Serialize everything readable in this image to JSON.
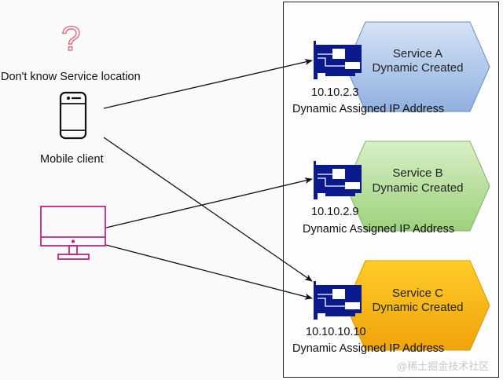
{
  "client_side": {
    "question_mark": "?",
    "unknown_label": "Don't know Service location",
    "mobile_label": "Mobile client"
  },
  "services": [
    {
      "name": "Service A",
      "subtitle": "Dynamic Created",
      "ip": "10.10.2.3",
      "ip_label": "Dynamic Assigned IP Address",
      "fill_top": "#d6e3f5",
      "fill_bottom": "#8fb0e0",
      "stroke": "#6c8ebf"
    },
    {
      "name": "Service B",
      "subtitle": "Dynamic Created",
      "ip": "10.10.2.9",
      "ip_label": "Dynamic Assigned IP Address",
      "fill_top": "#d8efc6",
      "fill_bottom": "#9dd17c",
      "stroke": "#82b366"
    },
    {
      "name": "Service C",
      "subtitle": "Dynamic Created",
      "ip": "10.10.10.10",
      "ip_label": "Dynamic Assigned IP Address",
      "fill_top": "#ffcd28",
      "fill_bottom": "#f0a30a",
      "stroke": "#d79b00"
    }
  ],
  "colors": {
    "question_mark": "#d97a8a",
    "desktop": "#c0267d",
    "nic": "#0a1a8c",
    "arrow": "#111111"
  },
  "watermark": "@稀土掘金技术社区"
}
